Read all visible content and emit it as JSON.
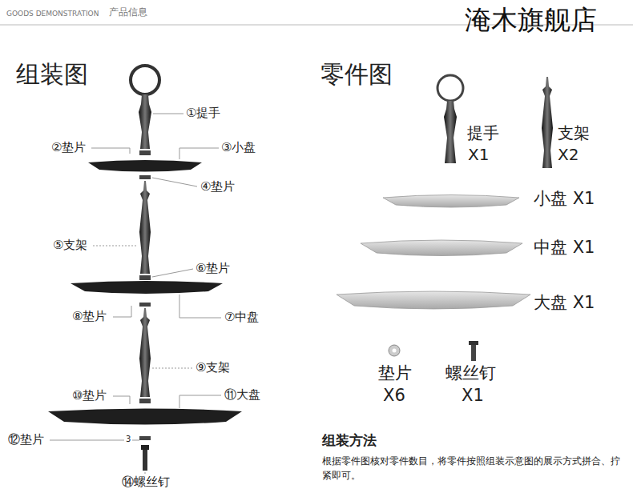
{
  "diagram": {
    "labels": [
      "GOODS DEMONSTRATION",
      "产品信息",
      "淹木旗舰店",
      "组装图",
      "①提手",
      "②垫片",
      "③小盘",
      "④垫片",
      "⑤支架",
      "⑥垫片",
      "⑧垫片",
      "⑦中盘",
      "⑨支架",
      "⑩垫片",
      "⑪大盘",
      "⑫垫片",
      "3",
      "⑭螺丝钉",
      "零件图",
      "提手",
      "X1",
      "支架",
      "X2",
      "小盘 X1",
      "中盘 X1",
      "大盘 X1",
      "垫片",
      "X6",
      "螺丝钉",
      "X1",
      "组装方法",
      "根据零件图核对零件数目，将零件按照组装示意图的展示方式拼合、拧紧即可。"
    ]
  }
}
